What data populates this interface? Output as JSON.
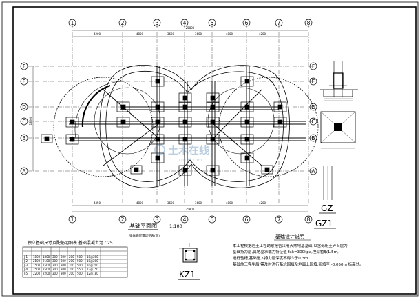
{
  "grid": {
    "columns": [
      "1",
      "2",
      "3",
      "4",
      "5",
      "6",
      "7",
      "8"
    ],
    "rows": [
      "F",
      "E",
      "D",
      "C",
      "B",
      "A"
    ]
  },
  "dimensions": {
    "top_total": "25800",
    "top_segments": [
      "4200",
      "4800",
      "3600",
      "3600",
      "4800",
      "4200"
    ],
    "bottom_total": "25800",
    "bottom_segments": [
      "4350",
      "4800",
      "3600",
      "3600",
      "4800",
      "4200"
    ],
    "left_total": "13200"
  },
  "plan": {
    "title": "基础平面图",
    "scale": "1:100",
    "note": "梁纵筋配置详见表(三)",
    "watermark_main": "土木在线",
    "watermark_sub": "co188.com"
  },
  "table": {
    "title": "独立基础尺寸及配筋明细表 基础混凝土为 C25",
    "rows": [
      [
        "J-1",
        "1800",
        "1800",
        "300",
        "300",
        "200",
        "500",
        "10@200"
      ],
      [
        "J-2",
        "2100",
        "2100",
        "300",
        "300",
        "200",
        "500",
        "10@200"
      ],
      [
        "J-3",
        "1500",
        "1500",
        "300",
        "300",
        "200",
        "500",
        "10@200"
      ],
      [
        "J-4",
        "2500",
        "2500",
        "300",
        "300",
        "200",
        "550",
        "12@150"
      ],
      [
        "J-5",
        "2200",
        "2200",
        "300",
        "300",
        "200",
        "500",
        "12@180"
      ]
    ]
  },
  "kz1": {
    "label": "KZ1"
  },
  "gz1": {
    "label": "GZ1"
  },
  "gz": {
    "label": "GZ"
  },
  "notes": {
    "title": "基础设计说明",
    "lines": [
      "本工程根据岩土工程勘察报告采用天然地基基础,以含砾粉土碎石层为",
      "基础持力层,其地基承载力特征值 fak=300kpa,埋深暂取1.5m,",
      "进行验槽,基础进入持力层深度不得少于0.3m",
      "基础施工完毕后,需及时进行基坑回填及地面上回填,回填至 -0.050m 标高处。"
    ]
  }
}
